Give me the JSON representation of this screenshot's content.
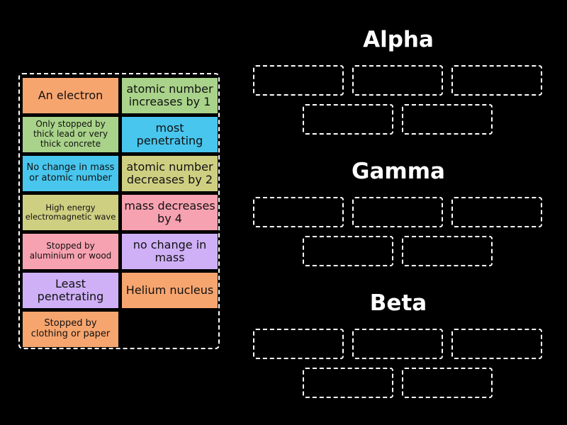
{
  "colors": {
    "orange": "#f7a56f",
    "green": "#a9d38a",
    "cyan": "#48c6ee",
    "olive": "#cfcf82",
    "pink": "#f7a2b1",
    "purple": "#cfb0f7",
    "background": "#000000",
    "outline": "#ffffff"
  },
  "cards": [
    {
      "text": "An electron",
      "color": "#f7a56f"
    },
    {
      "text": "atomic number increases by 1",
      "color": "#a9d38a"
    },
    {
      "text": "Only stopped by thick lead or very thick concrete",
      "color": "#a9d38a"
    },
    {
      "text": "most penetrating",
      "color": "#48c6ee"
    },
    {
      "text": "No change in mass or atomic number",
      "color": "#48c6ee"
    },
    {
      "text": "atomic number decreases by 2",
      "color": "#cfcf82"
    },
    {
      "text": "High energy electromagnetic wave",
      "color": "#cfcf82"
    },
    {
      "text": "mass decreases by 4",
      "color": "#f7a2b1"
    },
    {
      "text": "Stopped by aluminium or wood",
      "color": "#f7a2b1"
    },
    {
      "text": "no change in mass",
      "color": "#cfb0f7"
    },
    {
      "text": "Least penetrating",
      "color": "#cfb0f7"
    },
    {
      "text": "Helium nucleus",
      "color": "#f7a56f"
    },
    {
      "text": "Stopped by clothing or paper",
      "color": "#f7a56f"
    }
  ],
  "groups": [
    {
      "title": "Alpha"
    },
    {
      "title": "Gamma"
    },
    {
      "title": "Beta"
    }
  ]
}
